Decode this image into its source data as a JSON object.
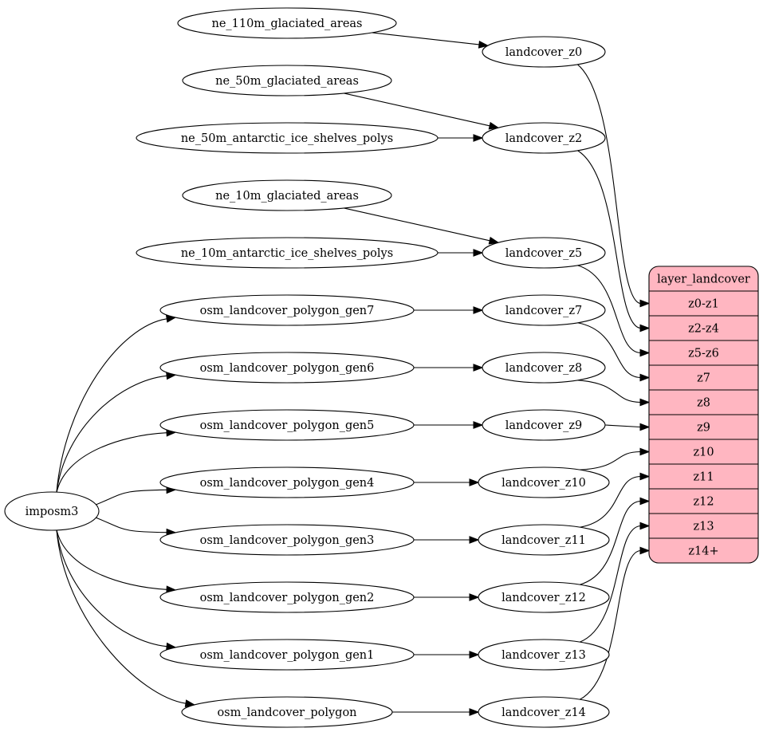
{
  "graph": {
    "nodes": {
      "ne_110m_glaciated_areas": "ne_110m_glaciated_areas",
      "ne_50m_glaciated_areas": "ne_50m_glaciated_areas",
      "ne_50m_antarctic_ice_shelves_polys": "ne_50m_antarctic_ice_shelves_polys",
      "ne_10m_glaciated_areas": "ne_10m_glaciated_areas",
      "ne_10m_antarctic_ice_shelves_polys": "ne_10m_antarctic_ice_shelves_polys",
      "osm_landcover_polygon_gen7": "osm_landcover_polygon_gen7",
      "osm_landcover_polygon_gen6": "osm_landcover_polygon_gen6",
      "osm_landcover_polygon_gen5": "osm_landcover_polygon_gen5",
      "osm_landcover_polygon_gen4": "osm_landcover_polygon_gen4",
      "osm_landcover_polygon_gen3": "osm_landcover_polygon_gen3",
      "osm_landcover_polygon_gen2": "osm_landcover_polygon_gen2",
      "osm_landcover_polygon_gen1": "osm_landcover_polygon_gen1",
      "osm_landcover_polygon": "osm_landcover_polygon",
      "imposm3": "imposm3",
      "landcover_z0": "landcover_z0",
      "landcover_z2": "landcover_z2",
      "landcover_z5": "landcover_z5",
      "landcover_z7": "landcover_z7",
      "landcover_z8": "landcover_z8",
      "landcover_z9": "landcover_z9",
      "landcover_z10": "landcover_z10",
      "landcover_z11": "landcover_z11",
      "landcover_z12": "landcover_z12",
      "landcover_z13": "landcover_z13",
      "landcover_z14": "landcover_z14"
    },
    "layer": {
      "title": "layer_landcover",
      "fields": [
        "z0-z1",
        "z2-z4",
        "z5-z6",
        "z7",
        "z8",
        "z9",
        "z10",
        "z11",
        "z12",
        "z13",
        "z14+"
      ]
    },
    "edges": [
      {
        "from": "imposm3",
        "to": "osm_landcover_polygon_gen7"
      },
      {
        "from": "imposm3",
        "to": "osm_landcover_polygon_gen6"
      },
      {
        "from": "imposm3",
        "to": "osm_landcover_polygon_gen5"
      },
      {
        "from": "imposm3",
        "to": "osm_landcover_polygon_gen4"
      },
      {
        "from": "imposm3",
        "to": "osm_landcover_polygon_gen3"
      },
      {
        "from": "imposm3",
        "to": "osm_landcover_polygon_gen2"
      },
      {
        "from": "imposm3",
        "to": "osm_landcover_polygon_gen1"
      },
      {
        "from": "imposm3",
        "to": "osm_landcover_polygon"
      },
      {
        "from": "ne_110m_glaciated_areas",
        "to": "landcover_z0"
      },
      {
        "from": "ne_50m_glaciated_areas",
        "to": "landcover_z2"
      },
      {
        "from": "ne_50m_antarctic_ice_shelves_polys",
        "to": "landcover_z2"
      },
      {
        "from": "ne_10m_glaciated_areas",
        "to": "landcover_z5"
      },
      {
        "from": "ne_10m_antarctic_ice_shelves_polys",
        "to": "landcover_z5"
      },
      {
        "from": "osm_landcover_polygon_gen7",
        "to": "landcover_z7"
      },
      {
        "from": "osm_landcover_polygon_gen6",
        "to": "landcover_z8"
      },
      {
        "from": "osm_landcover_polygon_gen5",
        "to": "landcover_z9"
      },
      {
        "from": "osm_landcover_polygon_gen4",
        "to": "landcover_z10"
      },
      {
        "from": "osm_landcover_polygon_gen3",
        "to": "landcover_z11"
      },
      {
        "from": "osm_landcover_polygon_gen2",
        "to": "landcover_z12"
      },
      {
        "from": "osm_landcover_polygon_gen1",
        "to": "landcover_z13"
      },
      {
        "from": "osm_landcover_polygon",
        "to": "landcover_z14"
      },
      {
        "from": "landcover_z0",
        "to": "layer_landcover:z0-z1"
      },
      {
        "from": "landcover_z2",
        "to": "layer_landcover:z2-z4"
      },
      {
        "from": "landcover_z5",
        "to": "layer_landcover:z5-z6"
      },
      {
        "from": "landcover_z7",
        "to": "layer_landcover:z7"
      },
      {
        "from": "landcover_z8",
        "to": "layer_landcover:z8"
      },
      {
        "from": "landcover_z9",
        "to": "layer_landcover:z9"
      },
      {
        "from": "landcover_z10",
        "to": "layer_landcover:z10"
      },
      {
        "from": "landcover_z11",
        "to": "layer_landcover:z11"
      },
      {
        "from": "landcover_z12",
        "to": "layer_landcover:z12"
      },
      {
        "from": "landcover_z13",
        "to": "layer_landcover:z13"
      },
      {
        "from": "landcover_z14",
        "to": "layer_landcover:z14+"
      }
    ],
    "colors": {
      "record_fill": "#ffb6c1",
      "node_fill": "#ffffff",
      "stroke": "#000000"
    }
  }
}
